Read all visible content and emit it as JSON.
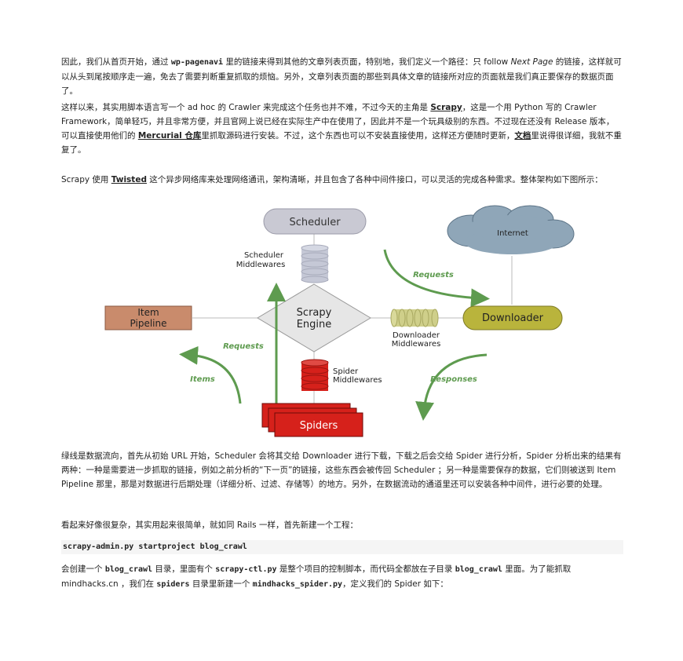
{
  "p1": {
    "a": "因此，我们从首页开始，通过 ",
    "code1": "wp-pagenavi",
    "b": " 里的链接来得到其他的文章列表页面，特别地，我们定义一个路径：只 follow ",
    "em1": "Next Page",
    "c": " 的链接，这样就可以从头到尾按顺序走一遍，免去了需要判断重复抓取的烦恼。另外，文章列表页面的那些到具体文章的链接所对应的页面就是我们真正要保存的数据页面了。"
  },
  "p2": {
    "a": "这样以来，其实用脚本语言写一个 ad hoc 的 Crawler 来完成这个任务也并不难，不过今天的主角是 ",
    "link1": "Scrapy",
    "b": "，这是一个用 Python 写的 Crawler Framework，简单轻巧，并且非常方便，并且官网上说已经在实际生产中在使用了，因此并不是一个玩具级别的东西。不过现在还没有 Release 版本，可以直接使用他们的 ",
    "link2": "Mercurial 仓库",
    "c": "里抓取源码进行安装。不过，这个东西也可以不安装直接使用，这样还方便随时更新，",
    "link3": "文档",
    "d": "里说得很详细，我就不重复了。"
  },
  "p3": {
    "a": "Scrapy 使用 ",
    "link1": "Twisted",
    "b": " 这个异步网络库来处理网络通讯，架构清晰，并且包含了各种中间件接口，可以灵活的完成各种需求。整体架构如下图所示："
  },
  "diagram": {
    "scheduler": "Scheduler",
    "internet": "Internet",
    "scheduler_mw_1": "Scheduler",
    "scheduler_mw_2": "Middlewares",
    "requests_top": "Requests",
    "item_pipeline_1": "Item",
    "item_pipeline_2": "Pipeline",
    "engine_1": "Scrapy",
    "engine_2": "Engine",
    "downloader": "Downloader",
    "requests_left": "Requests",
    "downloader_mw_1": "Downloader",
    "downloader_mw_2": "Middlewares",
    "items": "Items",
    "spider_mw_1": "Spider",
    "spider_mw_2": "Middlewares",
    "responses": "Responses",
    "spiders": "Spiders",
    "colors": {
      "scheduler_fill": "#c9c9d3",
      "internet_fill": "#8fa6b8",
      "pipeline_fill": "#c98b6c",
      "engine_fill": "#e6e6e6",
      "downloader_fill": "#b9b43c",
      "spiders_fill": "#d6211b",
      "arrow_green": "#5e9b4f"
    }
  },
  "p4": {
    "text": "绿线是数据流向，首先从初始 URL 开始，Scheduler 会将其交给 Downloader 进行下载，下载之后会交给 Spider 进行分析，Spider 分析出来的结果有两种：一种是需要进一步抓取的链接，例如之前分析的“下一页”的链接，这些东西会被传回 Scheduler ；另一种是需要保存的数据，它们则被送到 Item Pipeline 那里，那是对数据进行后期处理（详细分析、过滤、存储等）的地方。另外，在数据流动的通道里还可以安装各种中间件，进行必要的处理。"
  },
  "p5": {
    "text": "看起来好像很复杂，其实用起来很简单，就如同 Rails 一样，首先新建一个工程："
  },
  "code": {
    "command": "scrapy-admin.py startproject blog_crawl"
  },
  "p6": {
    "a": "会创建一个 ",
    "code1": "blog_crawl",
    "b": " 目录，里面有个 ",
    "code2": "scrapy-ctl.py",
    "c": " 是整个项目的控制脚本，而代码全都放在子目录 ",
    "code3": "blog_crawl",
    "d": " 里面。为了能抓取 mindhacks.cn ，我们在 ",
    "code4": "spiders",
    "e": " 目录里新建一个 ",
    "code5": "mindhacks_spider.py",
    "f": "，定义我们的 Spider 如下："
  }
}
